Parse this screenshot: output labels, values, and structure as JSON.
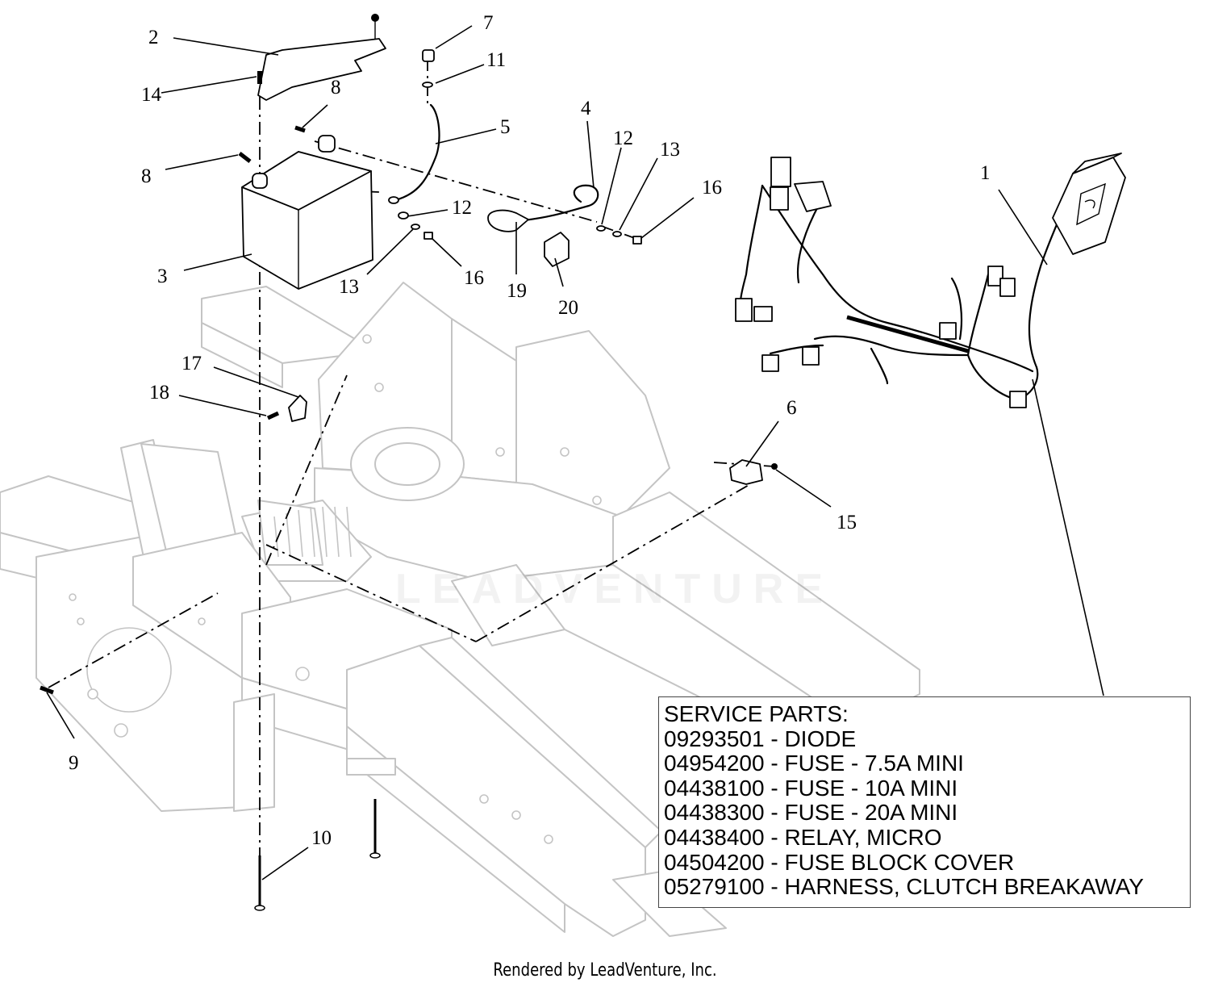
{
  "callouts": {
    "c1": "1",
    "c2": "2",
    "c3": "3",
    "c4": "4",
    "c5": "5",
    "c6": "6",
    "c7": "7",
    "c8a": "8",
    "c8b": "8",
    "c9": "9",
    "c10": "10",
    "c11": "11",
    "c12a": "12",
    "c12b": "12",
    "c13a": "13",
    "c13b": "13",
    "c14": "14",
    "c15": "15",
    "c16a": "16",
    "c16b": "16",
    "c17": "17",
    "c18": "18",
    "c19": "19",
    "c20": "20"
  },
  "service_parts": {
    "heading": "SERVICE PARTS:",
    "items": [
      "09293501 - DIODE",
      "04954200 - FUSE - 7.5A MINI",
      "04438100 - FUSE - 10A MINI",
      "04438300 - FUSE - 20A MINI",
      "04438400 - RELAY, MICRO",
      "04504200 - FUSE BLOCK COVER",
      "05279100 - HARNESS, CLUTCH BREAKAWAY"
    ]
  },
  "watermark": "LEADVENTURE",
  "footer": "Rendered by LeadVenture, Inc."
}
